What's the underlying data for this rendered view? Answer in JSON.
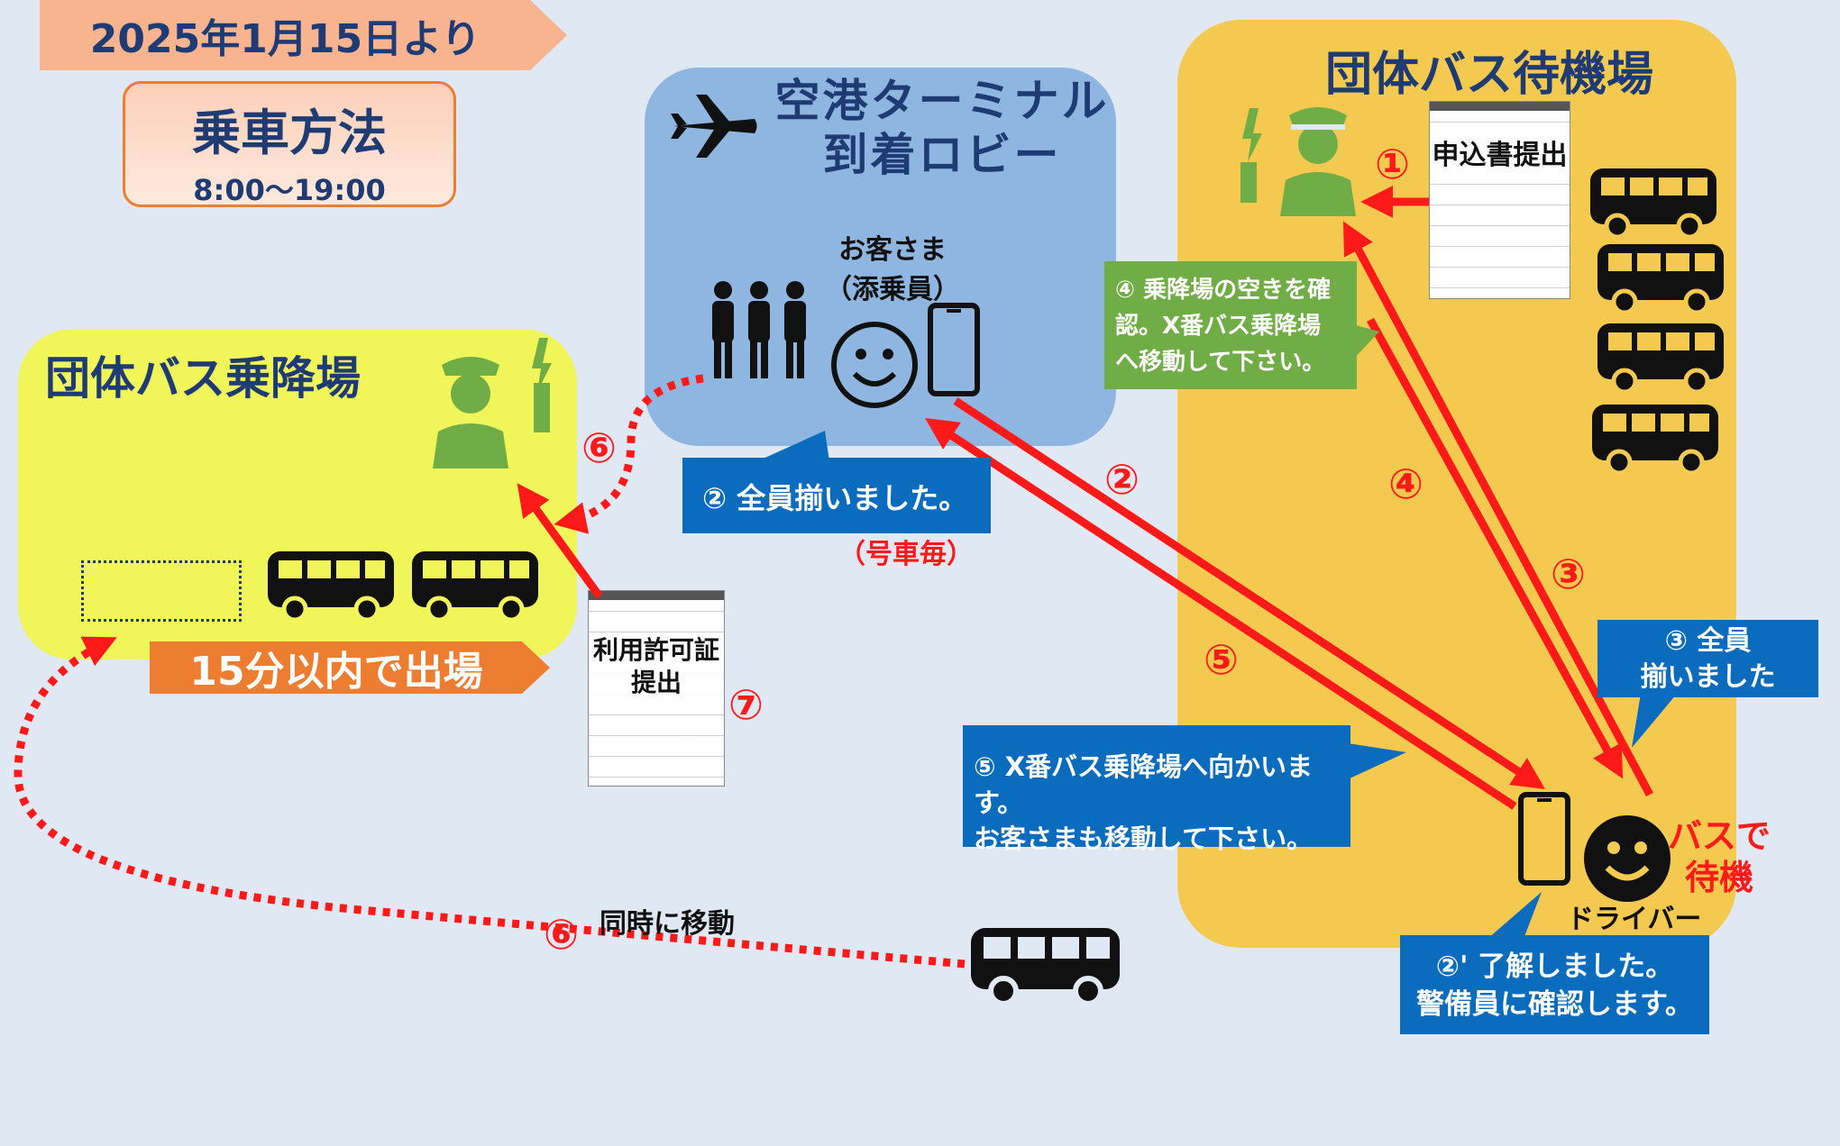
{
  "header": {
    "date_banner": "2025年1月15日より",
    "method_title": "乗車方法",
    "method_hours": "8:00～19:00"
  },
  "terminal": {
    "title_line1": "空港ターミナル",
    "title_line2": "到着ロビー",
    "customer_label_1": "お客さま",
    "customer_label_2": "（添乗員）"
  },
  "waiting_area": {
    "title": "団体バス待機場",
    "application_doc_label": "申込書提出"
  },
  "boarding_area": {
    "title": "団体バス乗降場",
    "exit_banner": "15分以内で出場"
  },
  "notes": {
    "step2_all_present": "② 全員揃いました。",
    "per_car": "（号車毎）",
    "step4_line1": "④ 乗降場の空きを確",
    "step4_line2": "認。X番バス乗降場",
    "step4_line3": "へ移動して下さい。",
    "step3_line1": "③ 全員",
    "step3_line2": "揃いました",
    "step5_line1": "⑤ X番バス乗降場へ向かいます。",
    "step5_line2": "お客さまも移動して下さい。",
    "step2p_line1": "②' 了解しました。",
    "step2p_line2": "警備員に確認します。"
  },
  "permit": {
    "label_line1": "利用許可証",
    "label_line2": "提出"
  },
  "driver": {
    "label": "ドライバー",
    "status_line1": "バスで",
    "status_line2": "待機"
  },
  "step_numbers": {
    "n1": "①",
    "n2": "②",
    "n3": "③",
    "n4": "④",
    "n5": "⑤",
    "n6a": "⑥",
    "n6b": "⑥",
    "n7": "⑦"
  },
  "move_together": "同時に移動",
  "colors": {
    "background": "#dfe8f3",
    "terminal": "#8fb6e0",
    "waiting": "#f3c94f",
    "boarding": "#f0f55a",
    "arrow_red": "#ff1a1a",
    "note_blue": "#0b6cbd",
    "note_green": "#70ad47",
    "guard_green": "#70ad47",
    "title_navy": "#1f3b73"
  },
  "icons": [
    "airplane-icon",
    "people-icon",
    "smiley-icon",
    "phone-icon",
    "guard-icon",
    "bus-icon",
    "document-icon"
  ]
}
